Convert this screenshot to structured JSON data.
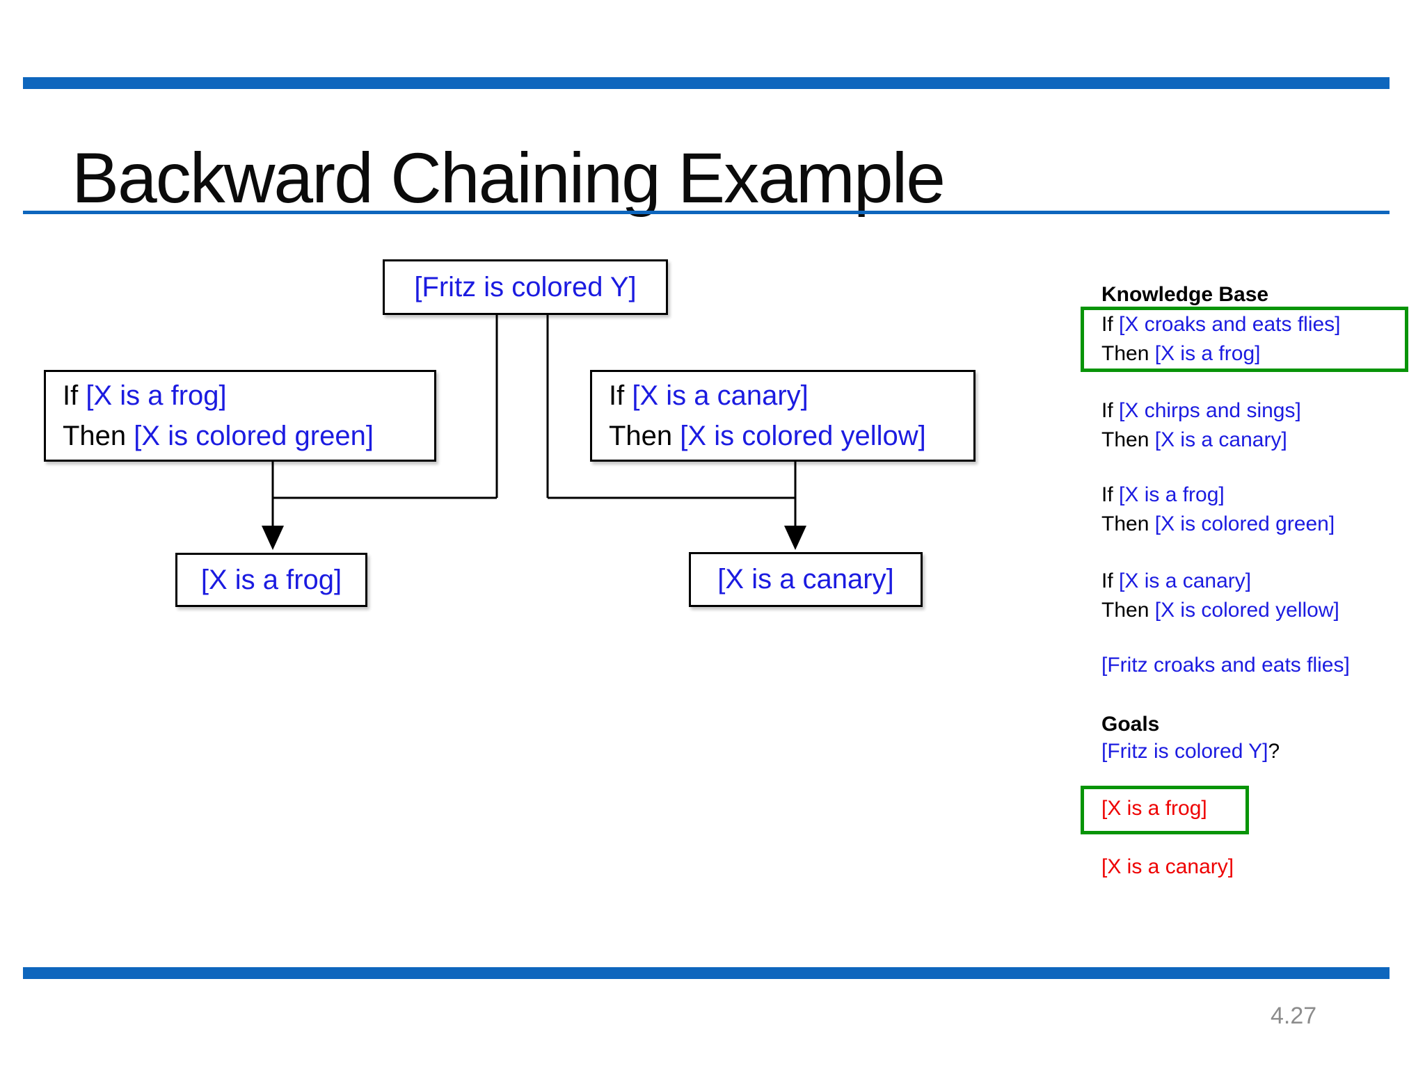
{
  "colors": {
    "accent": "#0e66bd",
    "blue": "#1b1be0",
    "green": "#089408",
    "red": "#ee0000",
    "gray": "#8c8c8c"
  },
  "slide": {
    "title": "Backward Chaining Example",
    "page_number": "4.27"
  },
  "diagram": {
    "goal_box_text": "[Fritz is colored Y]",
    "left_rule": {
      "if_kw": "If",
      "if_cond": "[X is a frog]",
      "then_kw": "Then",
      "then_res": "[X is colored green]"
    },
    "right_rule": {
      "if_kw": "If",
      "if_cond": "[X is a canary]",
      "then_kw": "Then",
      "then_res": "[X is colored yellow]"
    },
    "left_leaf_text": "[X is a frog]",
    "right_leaf_text": "[X is a canary]"
  },
  "sidebar": {
    "kb_heading": "Knowledge Base",
    "rules": [
      {
        "if_kw": "If",
        "if_cond": "[X croaks and eats flies]",
        "then_kw": "Then",
        "then_res": "[X is a frog]"
      },
      {
        "if_kw": "If",
        "if_cond": "[X chirps and sings]",
        "then_kw": "Then",
        "then_res": "[X is a canary]"
      },
      {
        "if_kw": "If",
        "if_cond": "[X is a frog]",
        "then_kw": "Then",
        "then_res": "[X is colored green]"
      },
      {
        "if_kw": "If",
        "if_cond": "[X is a canary]",
        "then_kw": "Then",
        "then_res": "[X is colored yellow]"
      }
    ],
    "fact": "[Fritz croaks and eats flies]",
    "goals_heading": "Goals",
    "goal_query": "[Fritz is colored Y]",
    "goal_query_suffix": "?",
    "subgoal_frog": "[X is a frog]",
    "subgoal_canary": "[X is a canary]"
  }
}
